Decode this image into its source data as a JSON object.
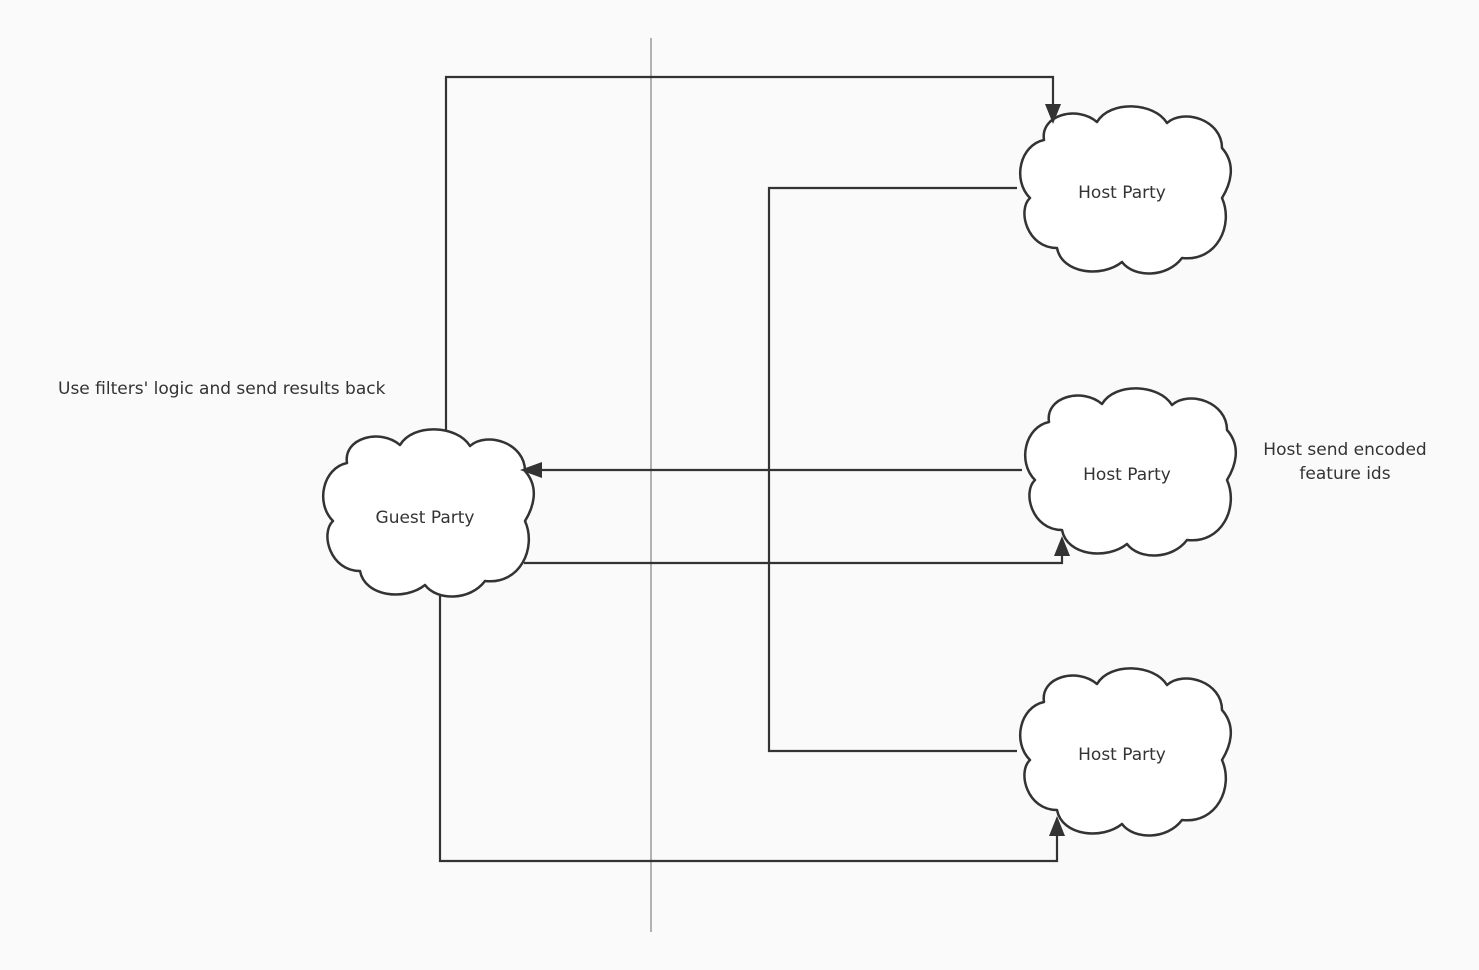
{
  "nodes": {
    "guest": {
      "label": "Guest Party"
    },
    "host_top": {
      "label": "Host Party"
    },
    "host_middle": {
      "label": "Host Party"
    },
    "host_bottom": {
      "label": "Host Party"
    }
  },
  "annotations": {
    "guest_note": "Use filters' logic and send results back",
    "host_note_line1": "Host send encoded",
    "host_note_line2": "feature ids"
  },
  "colors": {
    "stroke": "#333333",
    "divider": "#999999",
    "background": "#fafafa",
    "cloud_fill": "#ffffff"
  }
}
